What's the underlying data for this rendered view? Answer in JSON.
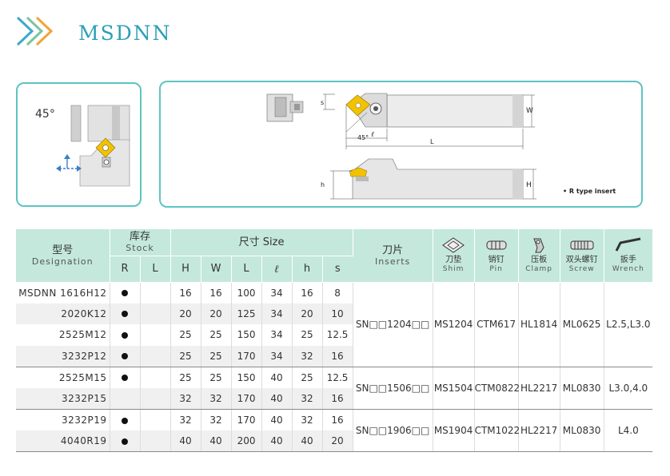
{
  "header": {
    "title": "MSDNN",
    "logo_icon": "double-chevron-icon",
    "logo_colors": [
      "#f3a33a",
      "#3fa9c9"
    ]
  },
  "diagram": {
    "angle_label": "45°",
    "labels": {
      "s": "s",
      "w": "W",
      "l": "L",
      "angle": "45°",
      "ell": "ℓ",
      "h_small": "h",
      "h_big": "H"
    },
    "note": "• R type insert",
    "insert_color": "#f2c200"
  },
  "table": {
    "headers": {
      "designation_cn": "型号",
      "designation_en": "Designation",
      "stock_cn": "库存",
      "stock_en": "Stock",
      "stock_r": "R",
      "stock_l": "L",
      "size_label": "尺寸 Size",
      "size_cols": [
        "H",
        "W",
        "L",
        "ℓ",
        "h",
        "s"
      ],
      "inserts_cn": "刀片",
      "inserts_en": "Inserts",
      "shim_cn": "刀垫",
      "shim_en": "Shim",
      "pin_cn": "销钉",
      "pin_en": "Pin",
      "clamp_cn": "压板",
      "clamp_en": "Clamp",
      "screw_cn": "双头螺钉",
      "screw_en": "Screw",
      "wrench_cn": "扳手",
      "wrench_en": "Wrench"
    },
    "rows": [
      {
        "model": "MSDNN 1616H12",
        "r": true,
        "l": false,
        "H": "16",
        "W": "16",
        "L": "100",
        "ell": "34",
        "h": "16",
        "s": "8"
      },
      {
        "model": "2020K12",
        "r": true,
        "l": false,
        "H": "20",
        "W": "20",
        "L": "125",
        "ell": "34",
        "h": "20",
        "s": "10"
      },
      {
        "model": "2525M12",
        "r": true,
        "l": false,
        "H": "25",
        "W": "25",
        "L": "150",
        "ell": "34",
        "h": "25",
        "s": "12.5"
      },
      {
        "model": "3232P12",
        "r": true,
        "l": false,
        "H": "25",
        "W": "25",
        "L": "170",
        "ell": "34",
        "h": "32",
        "s": "16"
      },
      {
        "model": "2525M15",
        "r": true,
        "l": false,
        "H": "25",
        "W": "25",
        "L": "150",
        "ell": "40",
        "h": "25",
        "s": "12.5"
      },
      {
        "model": "3232P15",
        "r": false,
        "l": false,
        "H": "32",
        "W": "32",
        "L": "170",
        "ell": "40",
        "h": "32",
        "s": "16"
      },
      {
        "model": "3232P19",
        "r": true,
        "l": false,
        "H": "32",
        "W": "32",
        "L": "170",
        "ell": "40",
        "h": "32",
        "s": "16"
      },
      {
        "model": "4040R19",
        "r": true,
        "l": false,
        "H": "40",
        "W": "40",
        "L": "200",
        "ell": "40",
        "h": "40",
        "s": "20"
      }
    ],
    "groups": [
      {
        "insert": "SN□□1204□□",
        "shim": "MS1204",
        "pin": "CTM617",
        "clamp": "HL1814",
        "screw": "ML0625",
        "wrench": "L2.5,L3.0"
      },
      {
        "insert": "SN□□1506□□",
        "shim": "MS1504",
        "pin": "CTM0822",
        "clamp": "HL2217",
        "screw": "ML0830",
        "wrench": "L3.0,4.0"
      },
      {
        "insert": "SN□□1906□□",
        "shim": "MS1904",
        "pin": "CTM1022",
        "clamp": "HL2217",
        "screw": "ML0830",
        "wrench": "L4.0"
      }
    ],
    "colors": {
      "header_bg": "#c4e8dc",
      "alt_row_bg": "#f0f0f0"
    }
  }
}
